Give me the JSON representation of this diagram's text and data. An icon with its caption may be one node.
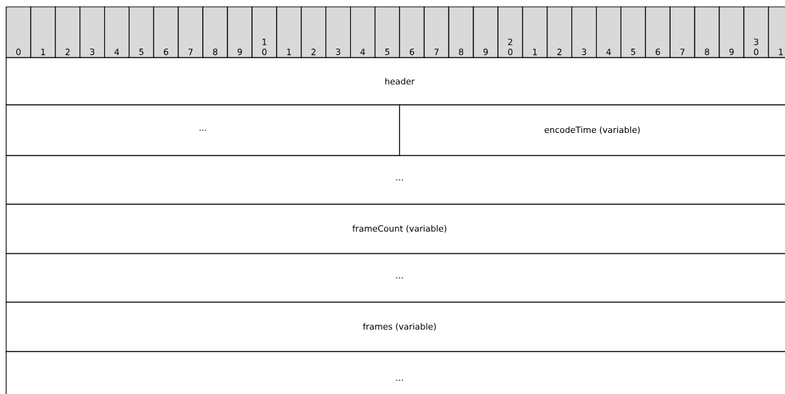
{
  "diagram": {
    "nodes": [
      {
        "text": [
          "header"
        ]
      },
      {
        "text": [
          "..."
        ]
      },
      {
        "text": [
          "encodeTime (variable)"
        ]
      },
      {
        "text": [
          "..."
        ]
      },
      {
        "text": [
          "frameCount (variable)"
        ]
      },
      {
        "text": [
          "..."
        ]
      },
      {
        "text": [
          "frames (variable)"
        ]
      },
      {
        "text": [
          "..."
        ]
      }
    ],
    "labels": [
      "0",
      "1",
      "2",
      "3",
      "4",
      "5",
      "6",
      "7",
      "8",
      "9",
      "1 0",
      "1",
      "2",
      "3",
      "4",
      "5",
      "6",
      "7",
      "8",
      "9",
      "2 0",
      "1",
      "2",
      "3",
      "4",
      "5",
      "6",
      "7",
      "8",
      "9",
      "3 0",
      "1"
    ]
  }
}
